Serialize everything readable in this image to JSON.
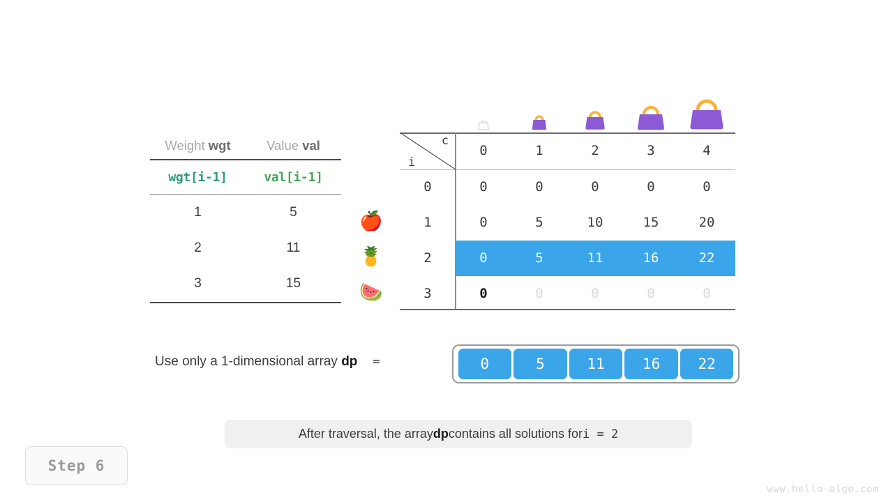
{
  "items_table": {
    "headers": [
      {
        "plain": "Weight ",
        "strong": "wgt"
      },
      {
        "plain": "Value ",
        "strong": "val"
      }
    ],
    "code_header": {
      "wgt": "wgt[i-1]",
      "val": "val[i-1]"
    },
    "rows": [
      {
        "wgt": "1",
        "val": "5",
        "fruit": "apple-icon",
        "glyph": "🍎"
      },
      {
        "wgt": "2",
        "val": "11",
        "fruit": "pineapple-icon",
        "glyph": "🍍"
      },
      {
        "wgt": "3",
        "val": "15",
        "fruit": "watermelon-icon",
        "glyph": "🍉"
      }
    ]
  },
  "dp_table": {
    "corner": {
      "col_label": "c",
      "row_label": "i"
    },
    "col_headers": [
      "0",
      "1",
      "2",
      "3",
      "4"
    ],
    "bag_icons": [
      "bag-size-0-icon",
      "bag-size-1-icon",
      "bag-size-2-icon",
      "bag-size-3-icon",
      "bag-size-4-icon"
    ],
    "row_labels": [
      "0",
      "1",
      "2",
      "3"
    ],
    "rows": [
      {
        "label": "0",
        "values": [
          "0",
          "0",
          "0",
          "0",
          "0"
        ],
        "style": "normal"
      },
      {
        "label": "1",
        "values": [
          "0",
          "5",
          "10",
          "15",
          "20"
        ],
        "style": "normal"
      },
      {
        "label": "2",
        "values": [
          "0",
          "5",
          "11",
          "16",
          "22"
        ],
        "style": "highlight"
      },
      {
        "label": "3",
        "values": [
          "0",
          "0",
          "0",
          "0",
          "0"
        ],
        "style": "partial-faded"
      }
    ],
    "highlight_color": "#3aa5e8",
    "faded_color": "#d9d9d9"
  },
  "array_row": {
    "label_prefix": "Use only a 1-dimensional array ",
    "label_var": "dp",
    "label_eq": "=",
    "values": [
      "0",
      "5",
      "11",
      "16",
      "22"
    ],
    "cell_color": "#3aa5e8"
  },
  "caption": {
    "part1": "After traversal, the array ",
    "var": "dp",
    "part2": " contains all solutions for ",
    "expr": "i = 2"
  },
  "step_badge": {
    "label": "Step 6"
  },
  "watermark": {
    "text": "www.hello-algo.com"
  },
  "chart_data": {
    "type": "table",
    "title": "0-1 Knapsack dynamic programming table",
    "row_axis": "i",
    "col_axis": "c",
    "categories": [
      "0",
      "1",
      "2",
      "3",
      "4"
    ],
    "series": [
      {
        "name": "i=0",
        "values": [
          0,
          0,
          0,
          0,
          0
        ]
      },
      {
        "name": "i=1",
        "values": [
          0,
          5,
          10,
          15,
          20
        ]
      },
      {
        "name": "i=2",
        "values": [
          0,
          5,
          11,
          16,
          22
        ]
      },
      {
        "name": "i=3",
        "values": [
          0,
          0,
          0,
          0,
          0
        ]
      }
    ],
    "highlighted_row": "i=2",
    "item_weights": [
      1,
      2,
      3
    ],
    "item_values": [
      5,
      11,
      15
    ],
    "dp_1d": [
      0,
      5,
      11,
      16,
      22
    ]
  }
}
